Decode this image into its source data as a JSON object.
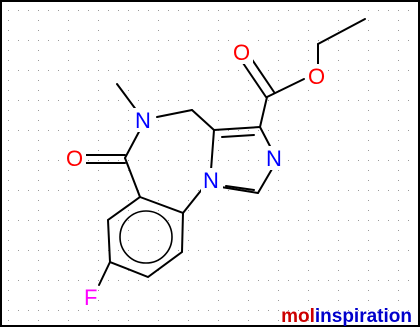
{
  "molecule": {
    "atoms": {
      "o_carbonyl_ester": "O",
      "o_ester": "O",
      "n_methyl": "N",
      "n_imidazole": "N",
      "o_lactam": "O",
      "n_bridge": "N",
      "f": "F"
    }
  },
  "logo": {
    "part1": "mol",
    "part2": "inspiration"
  },
  "colors": {
    "oxygen": "#ff0000",
    "nitrogen": "#0000ff",
    "fluorine": "#ff00ff",
    "bond": "#000000",
    "grid": "#9a9a9a",
    "logo_red": "#cc0000",
    "logo_blue": "#0000cc"
  }
}
